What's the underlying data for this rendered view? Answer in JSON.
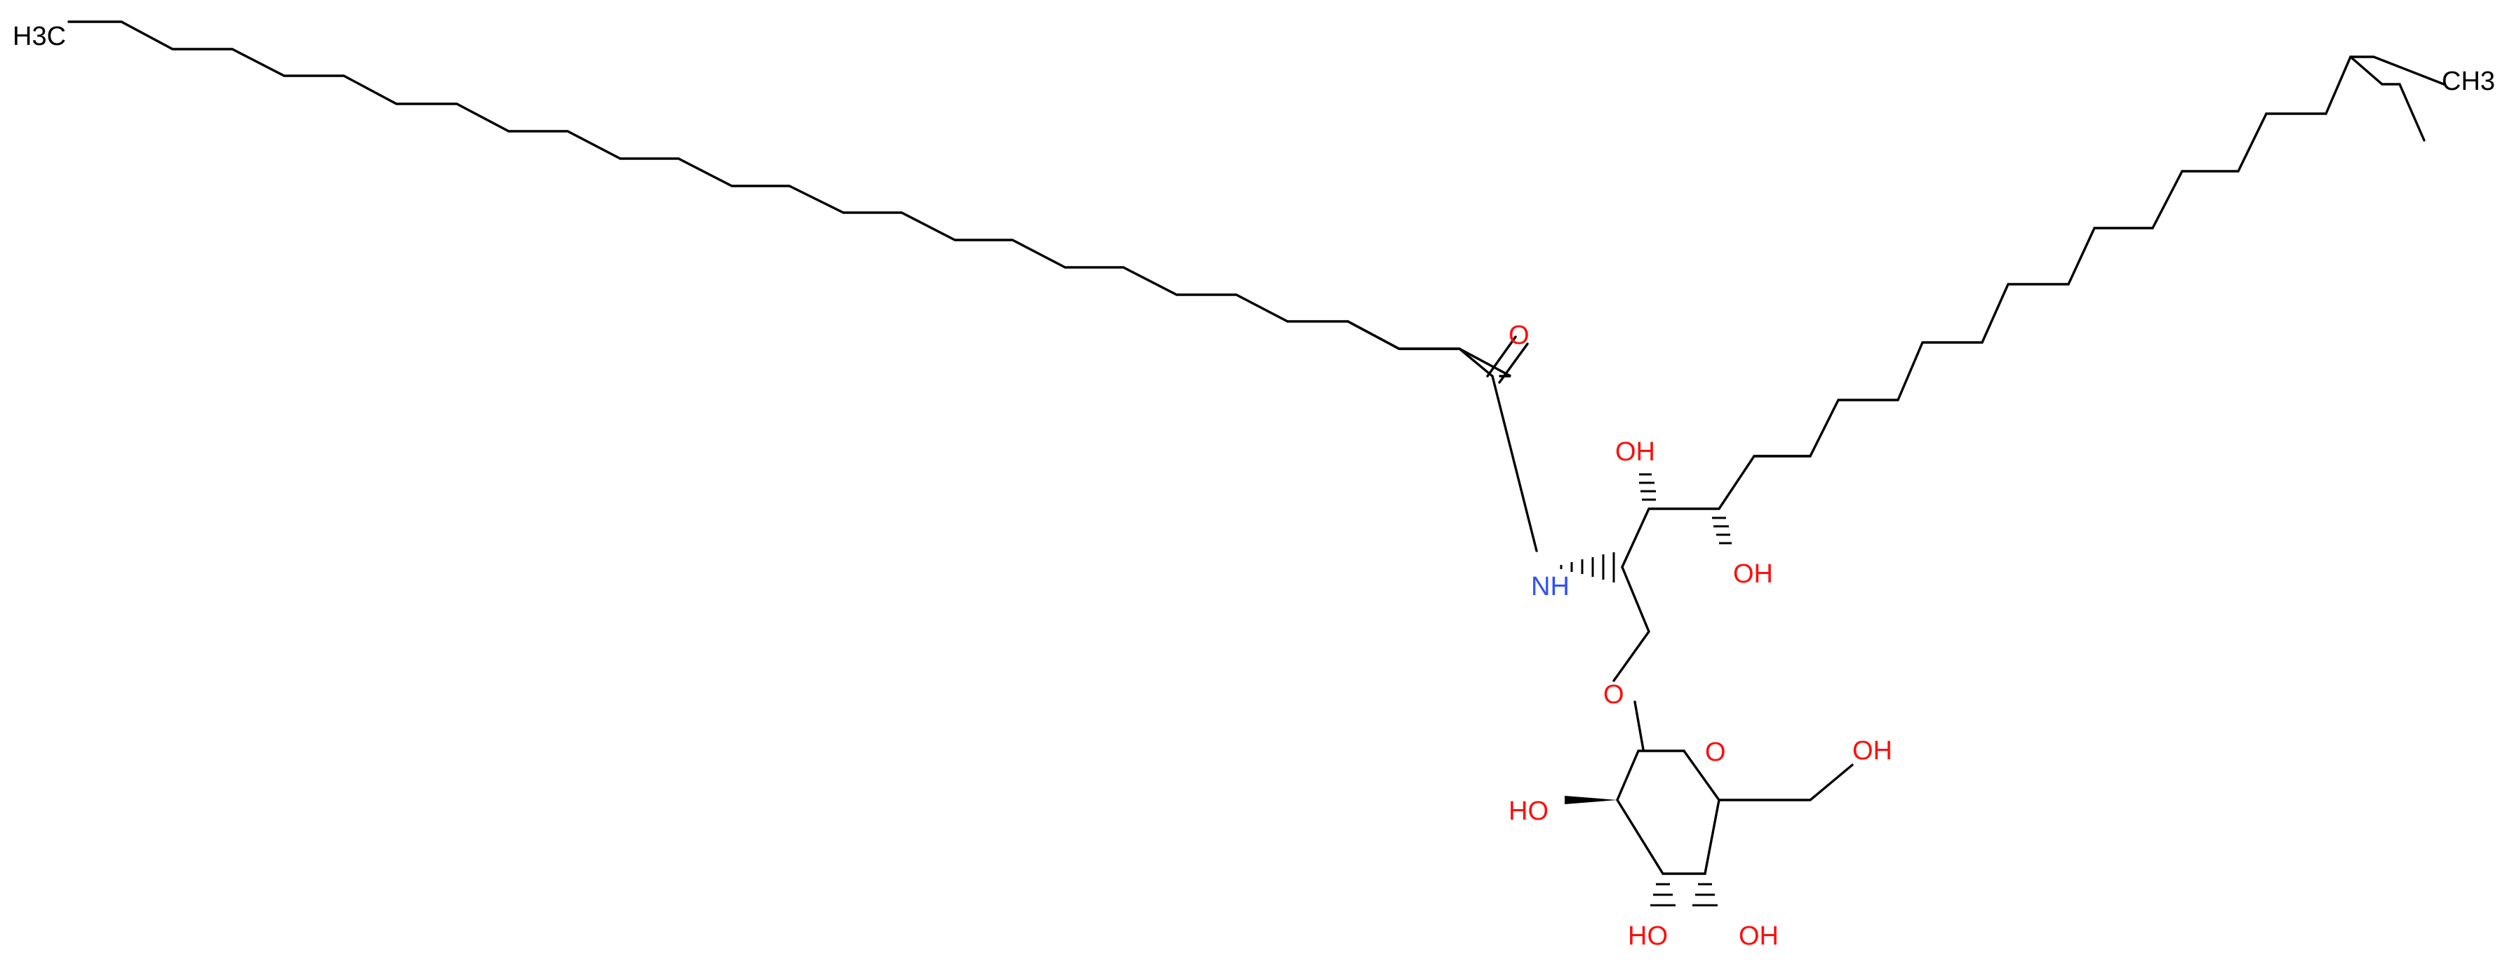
{
  "molecule": {
    "atoms": {
      "ch3_left": "H3C",
      "ch3_right": "CH3",
      "amide_o": "O",
      "amide_nh": "NH",
      "oh_c3": "OH",
      "oh_c4": "OH",
      "glyco_o": "O",
      "ring_o": "O",
      "oh_ch2": "OH",
      "oh_c2sugar": "HO",
      "oh_c3sugar": "HO",
      "oh_c4sugar": "OH"
    }
  },
  "colors": {
    "bond": "#000000",
    "carbon_label": "#000000",
    "oxygen": "#ff0d0d",
    "nitrogen": "#3050f8"
  }
}
